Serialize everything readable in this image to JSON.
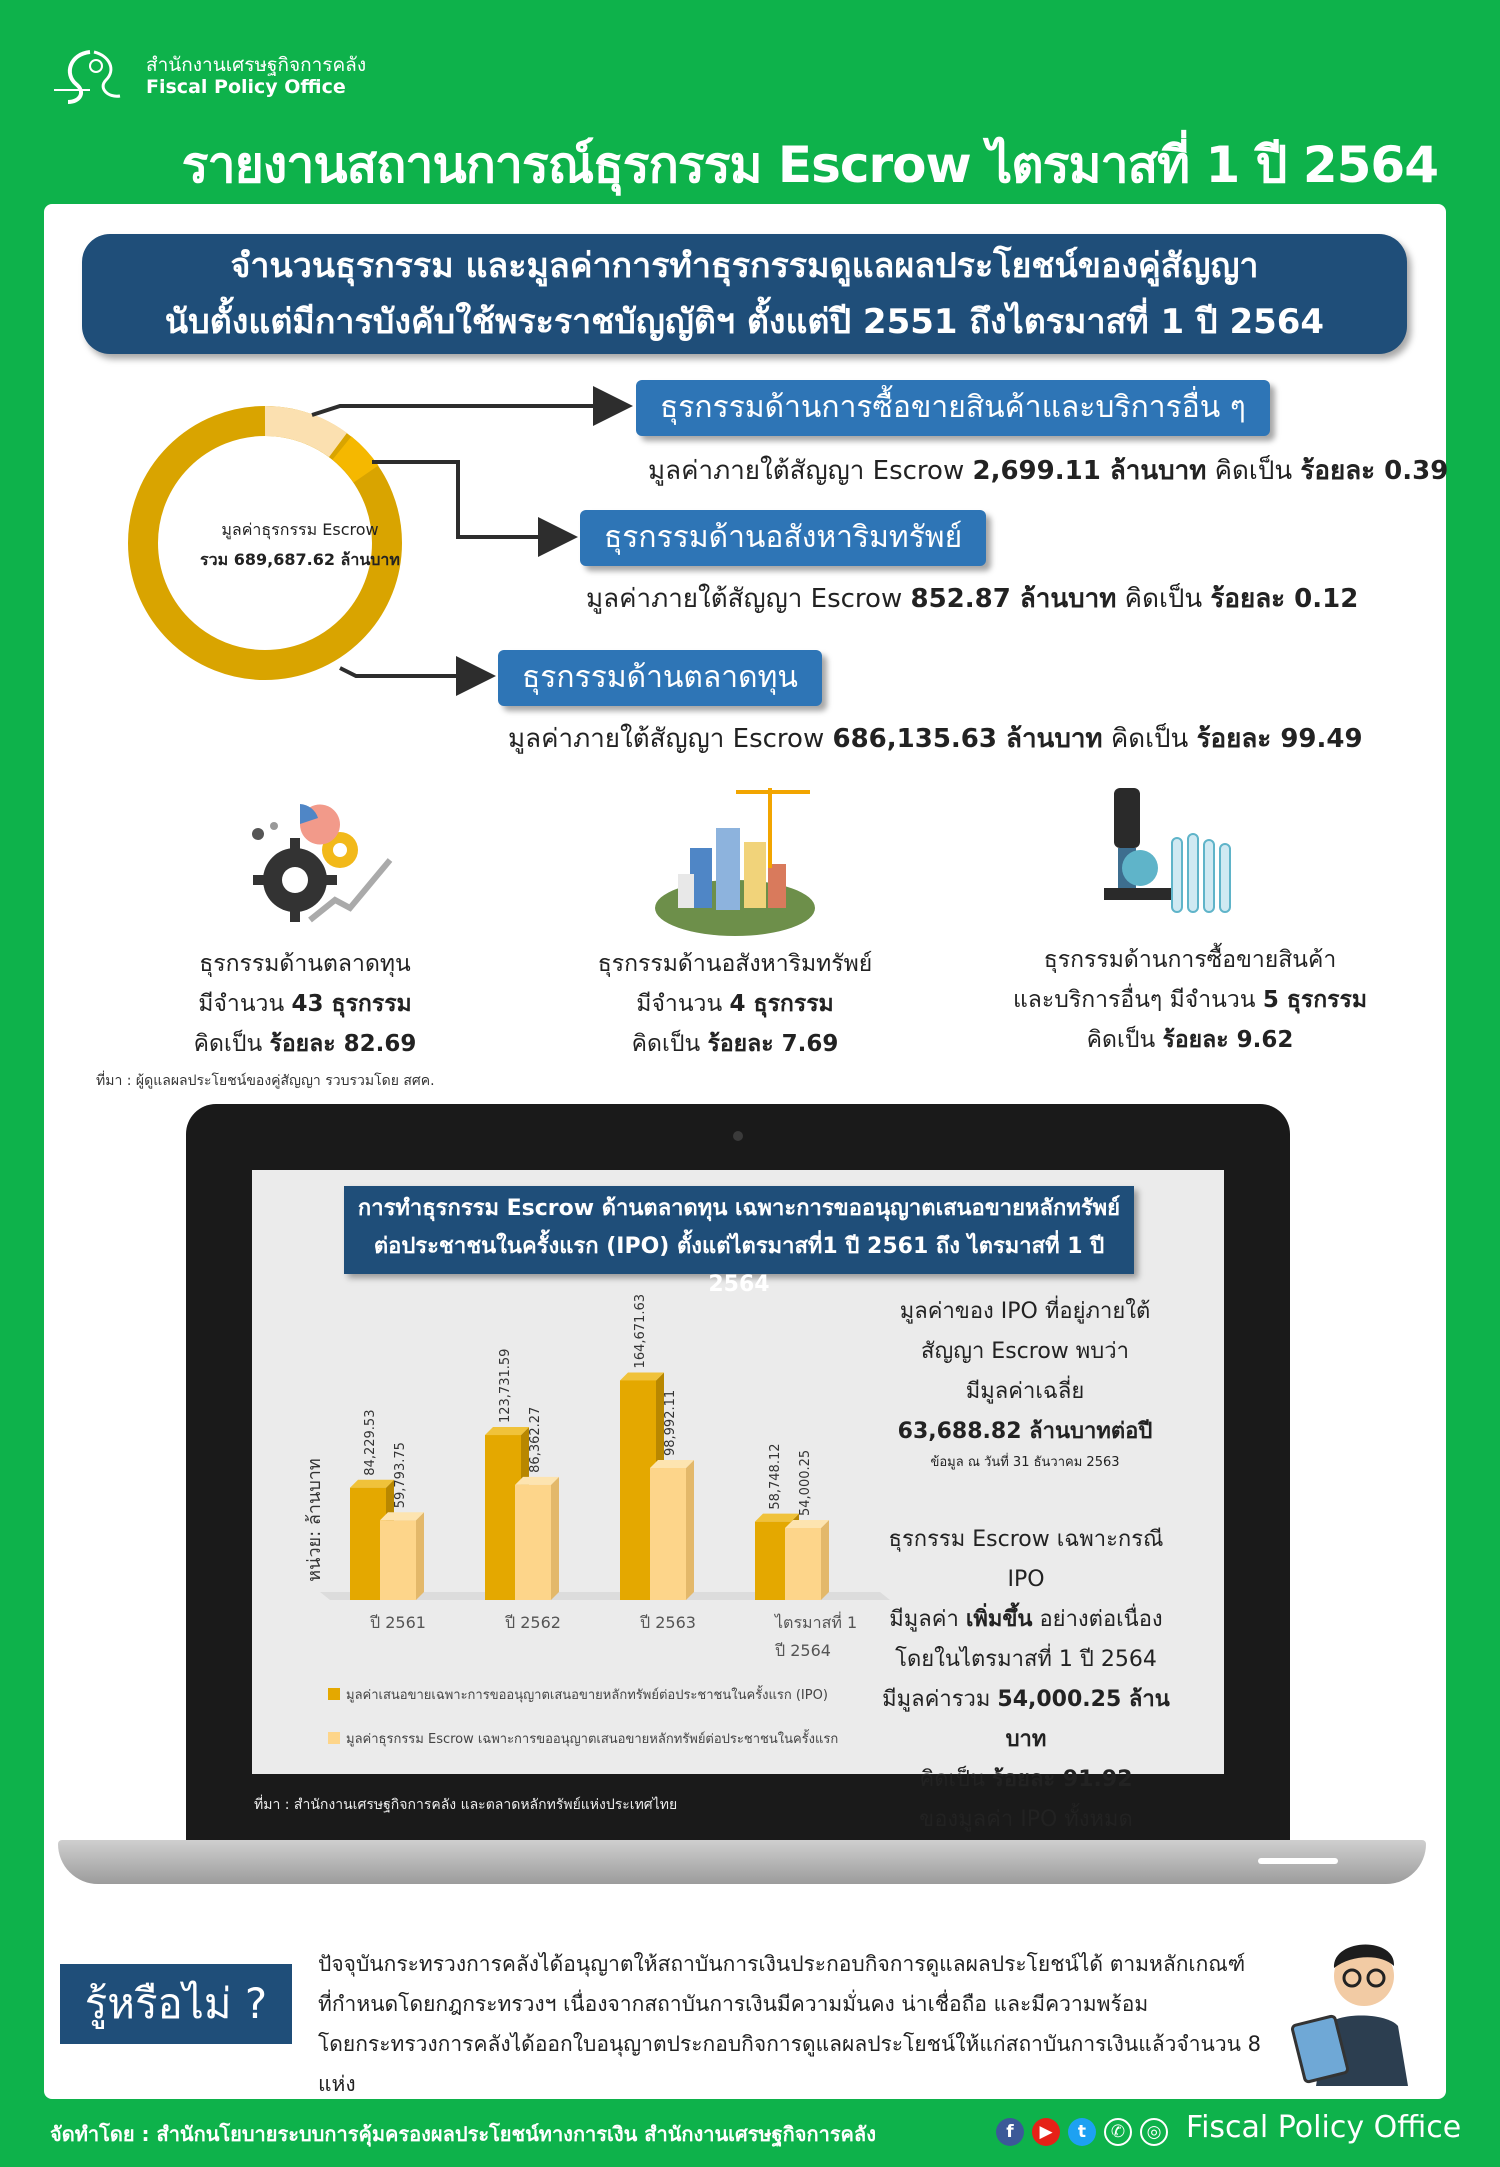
{
  "header": {
    "org_th": "สำนักงานเศรษฐกิจการคลัง",
    "org_en": "Fiscal Policy Office",
    "title": "รายงานสถานการณ์ธุรกรรม Escrow ไตรมาสที่ 1 ปี 2564"
  },
  "banner": {
    "line1": "จำนวนธุรกรรม และมูลค่าการทำธุรกรรมดูแลผลประโยชน์ของคู่สัญญา",
    "line2": "นับตั้งแต่มีการบังคับใช้พระราชบัญญัติฯ ตั้งแต่ปี 2551 ถึงไตรมาสที่ 1 ปี 2564"
  },
  "donut": {
    "label1": "มูลค่าธุรกรรม Escrow",
    "label2": "รวม 689,687.62 ล้านบาท",
    "segments": [
      {
        "name": "ธุรกรรมด้านการซื้อขายสินค้าและบริการอื่น ๆ",
        "color": "#fbe0b0"
      },
      {
        "name": "ธุรกรรมด้านอสังหาริมทรัพย์",
        "color": "#f5b800"
      },
      {
        "name": "ธุรกรรมด้านตลาดทุน",
        "color": "#d8a300"
      }
    ]
  },
  "categories": [
    {
      "title": "ธุรกรรมด้านการซื้อขายสินค้าและบริการอื่น ๆ",
      "prefix": "มูลค่าภายใต้สัญญา Escrow ",
      "amount": "2,699.11 ล้านบาท",
      "mid": " คิดเป็น ",
      "pct": "ร้อยละ 0.39"
    },
    {
      "title": "ธุรกรรมด้านอสังหาริมทรัพย์",
      "prefix": "มูลค่าภายใต้สัญญา Escrow ",
      "amount": "852.87 ล้านบาท",
      "mid": " คิดเป็น ",
      "pct": "ร้อยละ 0.12"
    },
    {
      "title": "ธุรกรรมด้านตลาดทุน",
      "prefix": "มูลค่าภายใต้สัญญา Escrow ",
      "amount": "686,135.63 ล้านบาท",
      "mid": " คิดเป็น ",
      "pct": "ร้อยละ 99.49"
    }
  ],
  "counts": [
    {
      "icon": "gears-chart-icon",
      "line1": "ธุรกรรมด้านตลาดทุน",
      "line2a": "มีจำนวน ",
      "line2b": "43 ธุรกรรม",
      "line3a": "คิดเป็น ",
      "line3b": "ร้อยละ 82.69"
    },
    {
      "icon": "city-buildings-icon",
      "line1": "ธุรกรรมด้านอสังหาริมทรัพย์",
      "line2a": "มีจำนวน ",
      "line2b": "4 ธุรกรรม",
      "line3a": "คิดเป็น ",
      "line3b": "ร้อยละ 7.69"
    },
    {
      "icon": "microscope-icon",
      "line1": "ธุรกรรมด้านการซื้อขายสินค้า",
      "line2a": "และบริการอื่นๆ มีจำนวน ",
      "line2b": "5 ธุรกรรม",
      "line3a": "คิดเป็น ",
      "line3b": "ร้อยละ 9.62"
    }
  ],
  "source1": "ที่มา : ผู้ดูแลผลประโยชน์ของคู่สัญญา รวบรวมโดย สศค.",
  "screen": {
    "title1": "การทำธุรกรรม Escrow ด้านตลาดทุน เฉพาะการขออนุญาตเสนอขายหลักทรัพย์",
    "title2": "ต่อประชาชนในครั้งแรก (IPO) ตั้งแต่ไตรมาสที่1 ปี 2561 ถึง ไตรมาสที่ 1 ปี 2564",
    "side1": [
      "มูลค่าของ IPO ที่อยู่ภายใต้",
      "สัญญา Escrow พบว่า",
      "มีมูลค่าเฉลี่ย"
    ],
    "side1_bold": "63,688.82 ล้านบาทต่อปี",
    "side1_note": "ข้อมูล ณ วันที่ 31 ธันวาคม 2563",
    "side2": {
      "l1": "ธุรกรรม Escrow เฉพาะกรณี IPO",
      "l2a": "มีมูลค่า ",
      "l2b": "เพิ่มขึ้น",
      "l2c": " อย่างต่อเนื่อง",
      "l3": "โดยในไตรมาสที่ 1 ปี 2564",
      "l4a": "มีมูลค่ารวม ",
      "l4b": "54,000.25 ล้านบาท",
      "l5a": "คิดเป็น ",
      "l5b": "ร้อยละ 91.92",
      "l6": "ของมูลค่า IPO ทั้งหมด"
    },
    "source": "ที่มา : สำนักงานเศรษฐกิจการคลัง และตลาดหลักทรัพย์แห่งประเทศไทย"
  },
  "chart_data": {
    "type": "bar",
    "ylabel": "หน่วย: ล้านบาท",
    "categories": [
      "ปี 2561",
      "ปี 2562",
      "ปี 2563",
      "ไตรมาสที่ 1|ปี 2564"
    ],
    "series": [
      {
        "name": "มูลค่าเสนอขายเฉพาะการขออนุญาตเสนอขายหลักทรัพย์ต่อประชาชนในครั้งแรก (IPO)",
        "color": "#e4a800",
        "values": [
          84229.53,
          123731.59,
          164671.63,
          58748.12
        ],
        "labels": [
          "84,229.53",
          "123,731.59",
          "164,671.63",
          "58,748.12"
        ]
      },
      {
        "name": "มูลค่าธุรกรรม Escrow เฉพาะการขออนุญาตเสนอขายหลักทรัพย์ต่อประชาชนในครั้งแรก",
        "color": "#fdd58a",
        "values": [
          59793.75,
          86362.27,
          98992.11,
          54000.25
        ],
        "labels": [
          "59,793.75",
          "86,362.27",
          "98,992.11",
          "54,000.25"
        ]
      }
    ]
  },
  "know": {
    "title": "รู้หรือไม่ ?",
    "lines": [
      "ปัจจุบันกระทรวงการคลังได้อนุญาตให้สถาบันการเงินประกอบกิจการดูแลผลประโยชน์ได้ ตามหลักเกณฑ์",
      "ที่กำหนดโดยกฎกระทรวงฯ เนื่องจากสถาบันการเงินมีความมั่นคง น่าเชื่อถือ และมีความพร้อม",
      "โดยกระทรวงการคลังได้ออกใบอนุญาตประกอบกิจการดูแลผลประโยชน์ให้แก่สถาบันการเงินแล้วจำนวน 8 แห่ง"
    ]
  },
  "footer": {
    "left": "จัดทำโดย : สำนักนโยบายระบบการคุ้มครองผลประโยชน์ทางการเงิน สำนักงานเศรษฐกิจการคลัง",
    "right": "Fiscal Policy Office",
    "social": [
      "facebook-icon",
      "youtube-icon",
      "twitter-icon",
      "phone-icon",
      "globe-icon"
    ]
  }
}
